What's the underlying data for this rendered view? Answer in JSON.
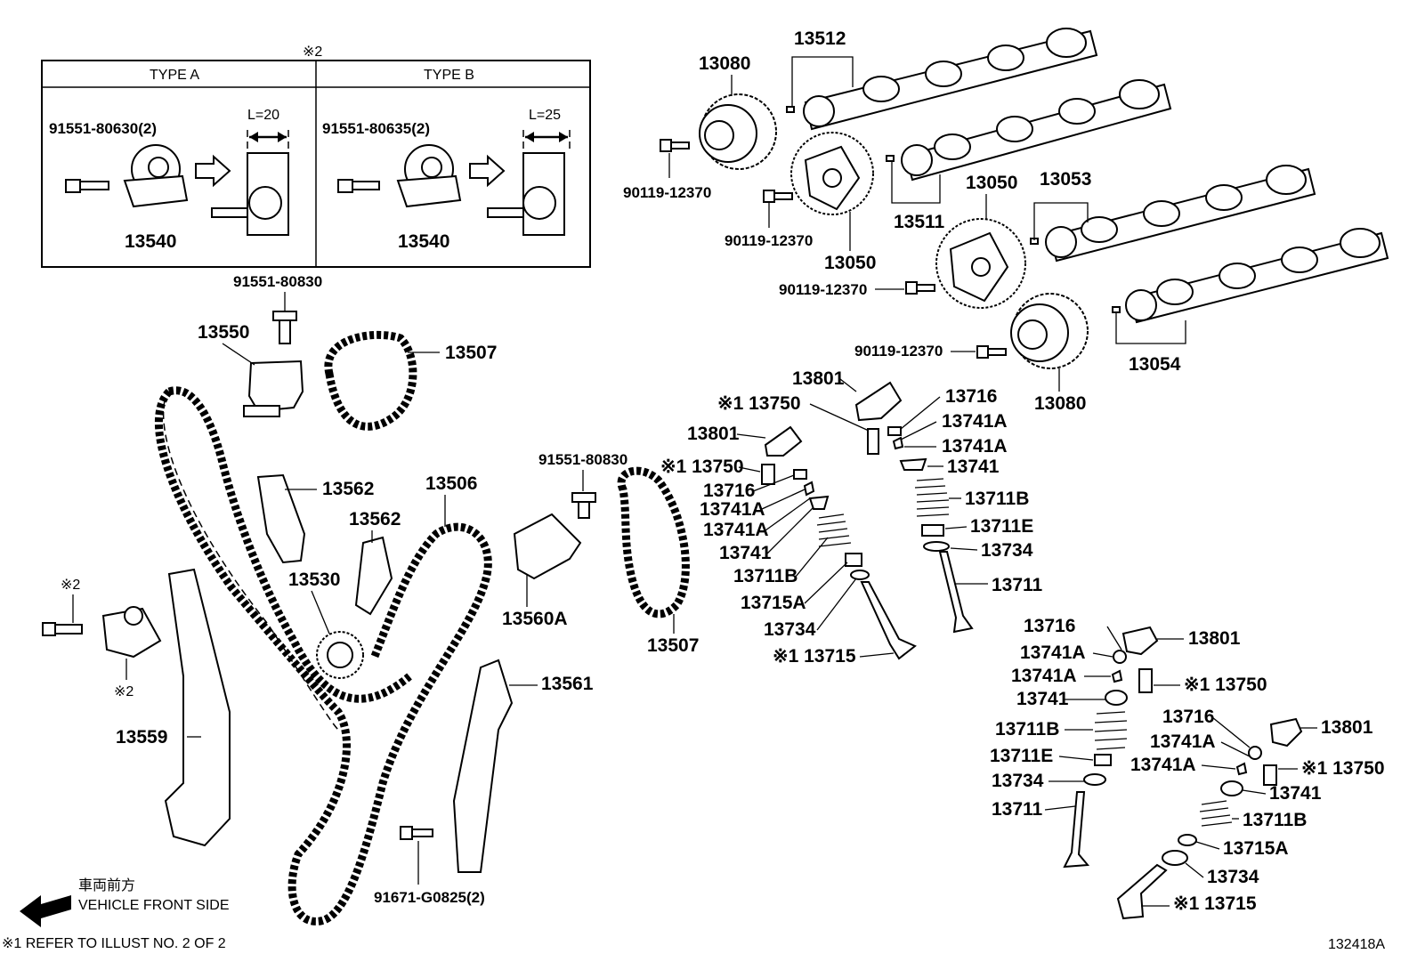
{
  "inset": {
    "marker": "※2",
    "type_a": {
      "header": "TYPE A",
      "bolt": "91551-80630(2)",
      "length": "L=20",
      "part": "13540"
    },
    "type_b": {
      "header": "TYPE B",
      "bolt": "91551-80635(2)",
      "length": "L=25",
      "part": "13540"
    }
  },
  "labels": {
    "p13080_a": "13080",
    "p13512": "13512",
    "p90119_a": "90119-12370",
    "p90119_b": "90119-12370",
    "p13050_a": "13050",
    "p13511": "13511",
    "p13050_b": "13050",
    "p13053": "13053",
    "p90119_c": "90119-12370",
    "p90119_d": "90119-12370",
    "p13054": "13054",
    "p13080_b": "13080",
    "p91551_top": "91551-80830",
    "p13550": "13550",
    "p13507_a": "13507",
    "p13562_a": "13562",
    "p13562_b": "13562",
    "p13506": "13506",
    "p13530": "13530",
    "p91551_mid": "91551-80830",
    "p13560A": "13560A",
    "p13507_b": "13507",
    "note2_a": "※2",
    "note2_b": "※2",
    "p13559": "13559",
    "p13561": "13561",
    "p91671": "91671-G0825(2)",
    "v1_13801a": "13801",
    "v1_13750a": "※1 13750",
    "v1_13716a": "13716",
    "v1_13741Aa": "13741A",
    "v1_13741Ab": "13741A",
    "v1_13741a": "13741",
    "v1_13711Ba": "13711B",
    "v1_13711Ea": "13711E",
    "v1_13734a": "13734",
    "v1_13711a": "13711",
    "v2_13801": "13801",
    "v2_13750": "※1 13750",
    "v2_13716": "13716",
    "v2_13741A1": "13741A",
    "v2_13741A2": "13741A",
    "v2_13741": "13741",
    "v2_13711B": "13711B",
    "v2_13715A": "13715A",
    "v2_13734": "13734",
    "v2_13715": "※1 13715",
    "v3_13716": "13716",
    "v3_13801": "13801",
    "v3_13741A1": "13741A",
    "v3_13741A2": "13741A",
    "v3_13750": "※1 13750",
    "v3_13741": "13741",
    "v3_13711B": "13711B",
    "v3_13711E": "13711E",
    "v3_13734": "13734",
    "v3_13711": "13711",
    "v4_13716": "13716",
    "v4_13801": "13801",
    "v4_13741A1": "13741A",
    "v4_13741A2": "13741A",
    "v4_13750": "※1 13750",
    "v4_13741": "13741",
    "v4_13711B": "13711B",
    "v4_13715A": "13715A",
    "v4_13734": "13734",
    "v4_13715": "※1 13715"
  },
  "direction": {
    "japanese": "車両前方",
    "english": "VEHICLE FRONT SIDE"
  },
  "footnote": "※1  REFER TO ILLUST NO. 2 OF 2",
  "illustration_id": "132418A",
  "icons": {
    "arrow": "front-direction-arrow-icon"
  }
}
